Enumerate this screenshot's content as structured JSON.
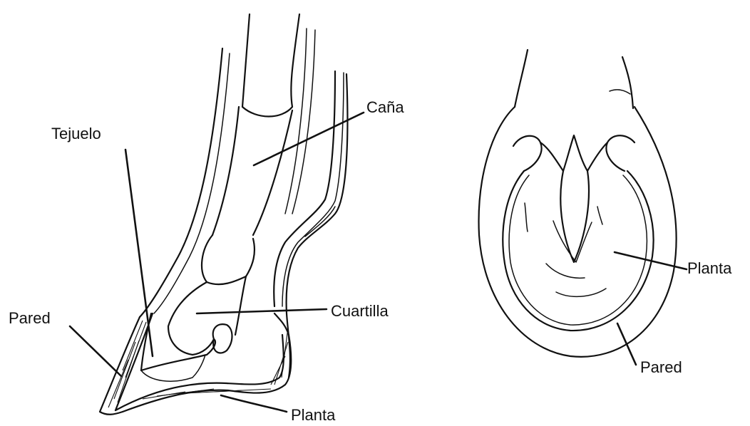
{
  "side_view": {
    "labels": {
      "cana": "Caña",
      "tejuelo": "Tejuelo",
      "cuartilla": "Cuartilla",
      "pared": "Pared",
      "planta": "Planta"
    }
  },
  "sole_view": {
    "labels": {
      "planta": "Planta",
      "pared": "Pared"
    }
  },
  "colors": {
    "ink": "#111111",
    "background": "#ffffff"
  }
}
